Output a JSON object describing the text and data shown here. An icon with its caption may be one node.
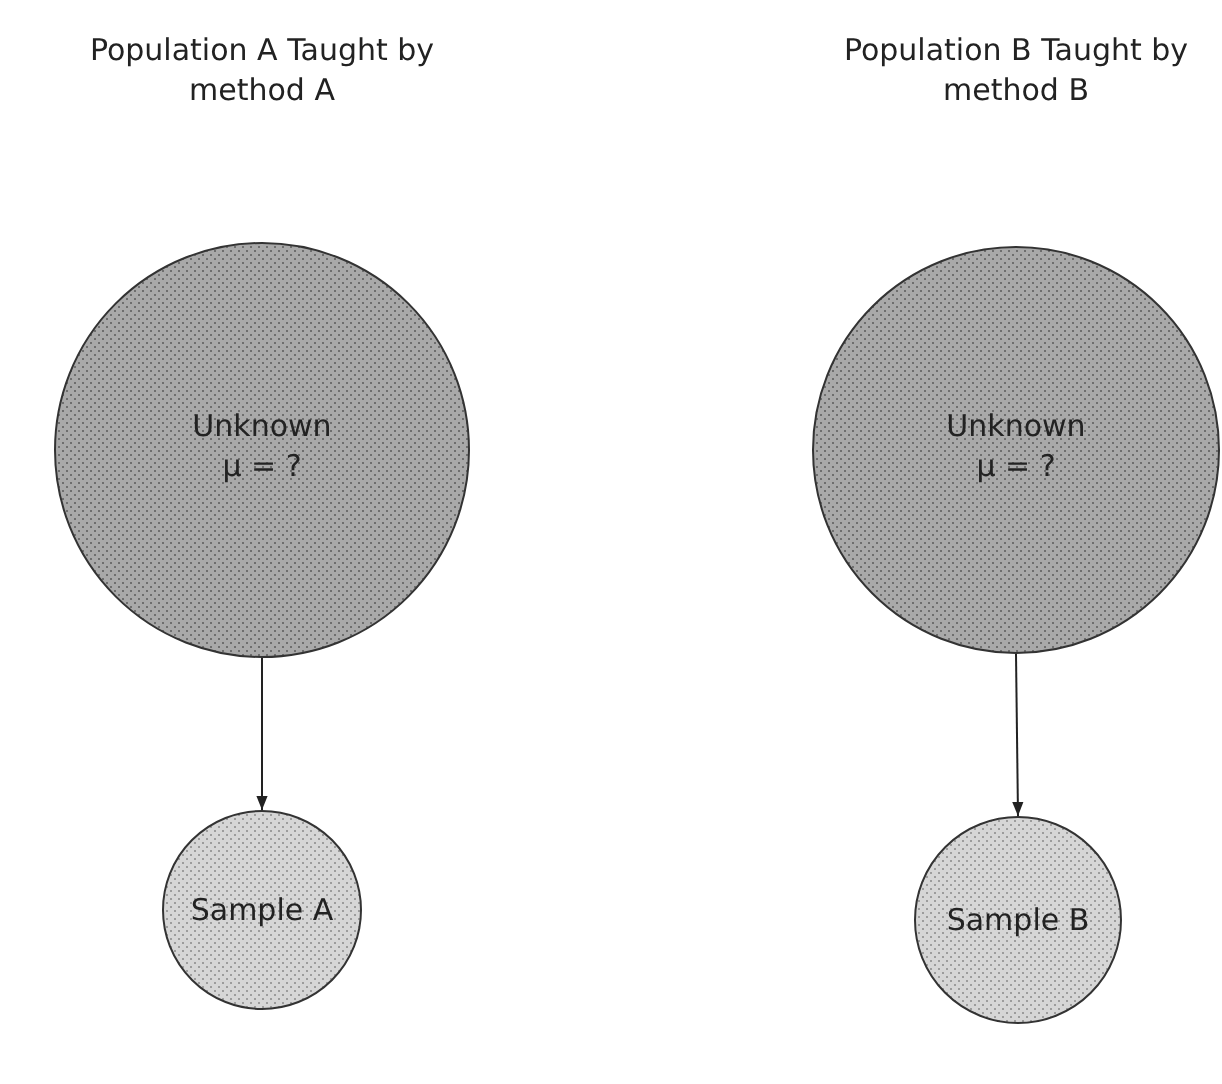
{
  "diagram": {
    "nodes": [
      {
        "text": [
          "Population A Taught by method A",
          "Unknown μ = ?"
        ]
      },
      {
        "text": [
          "Sample A"
        ]
      },
      {
        "text": [
          "Population B Taught by method B",
          "Unknown μ = ?"
        ]
      },
      {
        "text": [
          "Sample B"
        ]
      }
    ],
    "edges": [
      {
        "from": 0,
        "to": 1,
        "arrow": "to"
      },
      {
        "from": 2,
        "to": 3,
        "arrow": "to"
      }
    ]
  }
}
